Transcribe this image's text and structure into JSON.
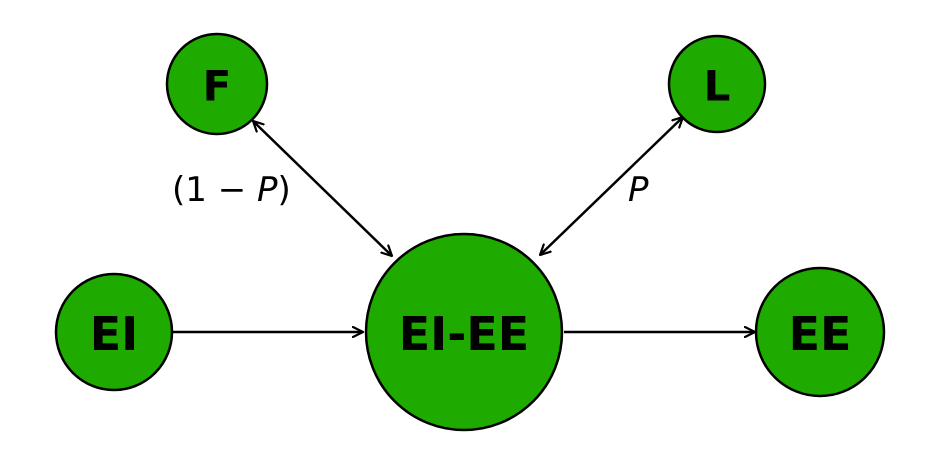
{
  "nodes": {
    "f": {
      "label": "F"
    },
    "l": {
      "label": "L"
    },
    "ei": {
      "label": "EI"
    },
    "ei_ee": {
      "label": "EI-EE"
    },
    "ee": {
      "label": "EE"
    }
  },
  "edges": {
    "f_eiee": {
      "label_open": "(1 − ",
      "label_var": "P",
      "label_close": ")",
      "direction": "bidirectional"
    },
    "l_eiee": {
      "label_var": "P",
      "direction": "bidirectional"
    },
    "ei_eiee": {
      "direction": "forward"
    },
    "eiee_ee": {
      "direction": "forward"
    }
  },
  "colors": {
    "node_fill": "#1faa00",
    "stroke": "#000000"
  }
}
